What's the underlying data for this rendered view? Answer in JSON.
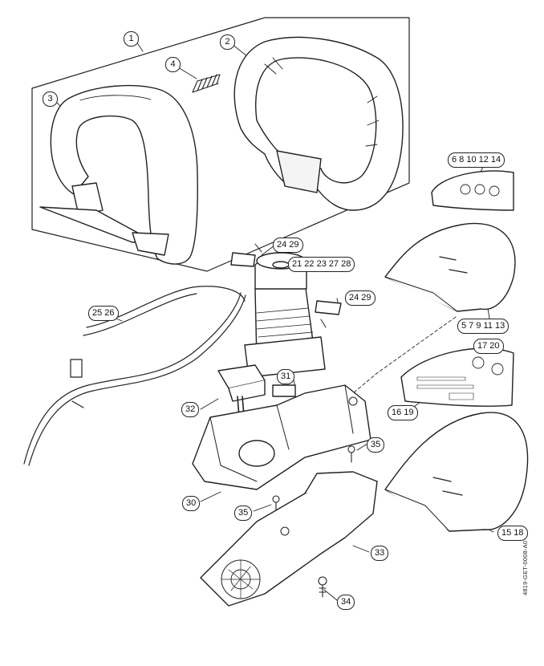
{
  "callouts": {
    "c1": "1",
    "c2": "2",
    "c3": "3",
    "c4": "4",
    "c6_14": "6 8 10 12 14",
    "c24_29_a": "24 29",
    "c21_28": "21 22 23 27 28",
    "c25_26": "25 26",
    "c24_29_b": "24 29",
    "c5_13": "5 7 9 11 13",
    "c17_20": "17 20",
    "c31": "31",
    "c16_19": "16 19",
    "c32": "32",
    "c35_a": "35",
    "c30": "30",
    "c35_b": "35",
    "c15_18": "15 18",
    "c33": "33",
    "c34": "34"
  },
  "doc_id": "4819-GET-0008-A0",
  "colors": {
    "line": "#222222",
    "background": "#ffffff",
    "shade": "#d8d8d8"
  }
}
